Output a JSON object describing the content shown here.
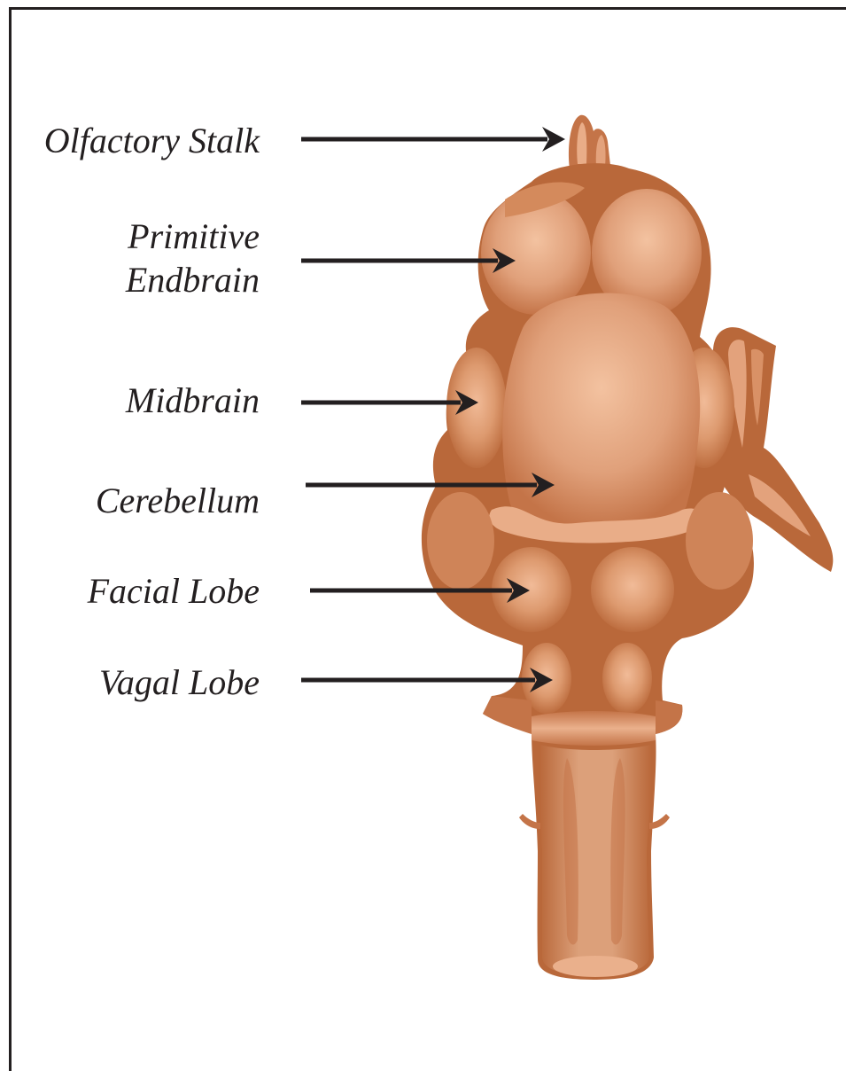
{
  "labels": {
    "olfactory_stalk": "Olfactory Stalk",
    "primitive_endbrain_line1": "Primitive",
    "primitive_endbrain_line2": "Endbrain",
    "midbrain": "Midbrain",
    "cerebellum": "Cerebellum",
    "facial_lobe": "Facial Lobe",
    "vagal_lobe": "Vagal Lobe"
  },
  "colors": {
    "brain_base": "#b9683a",
    "brain_light": "#eab08c",
    "brain_mid": "#d48a5c",
    "arrow": "#231f20",
    "text": "#231f20",
    "frame": "#231f20"
  }
}
